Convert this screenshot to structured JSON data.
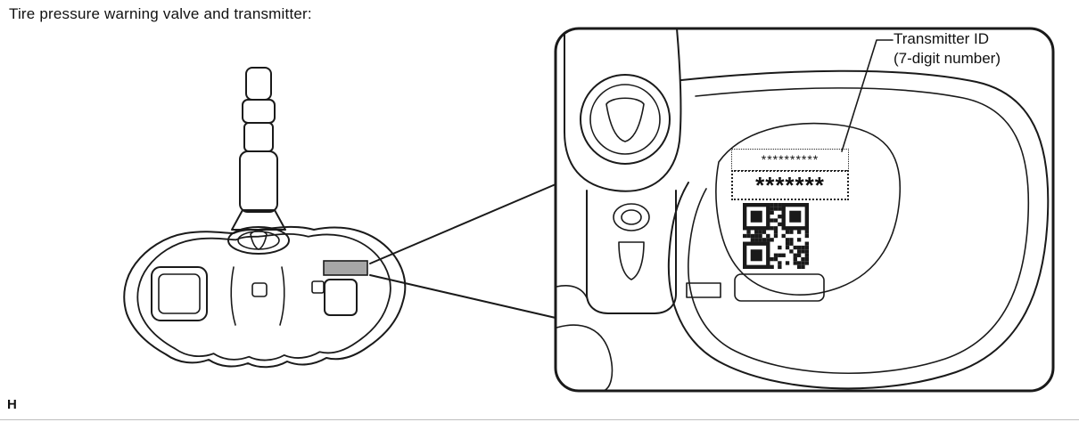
{
  "title": "Tire pressure warning valve and transmitter:",
  "callout": {
    "line1": "Transmitter ID",
    "line2": "(7-digit number)"
  },
  "detail": {
    "masked_id_row1": "**********",
    "masked_id_row2": "*******"
  },
  "footer": {
    "marker": "H"
  },
  "icons": {
    "qr_code": "qr-code"
  },
  "colors": {
    "line": "#1a1a1a",
    "marker_fill": "#a6a6a6",
    "background": "#ffffff"
  }
}
